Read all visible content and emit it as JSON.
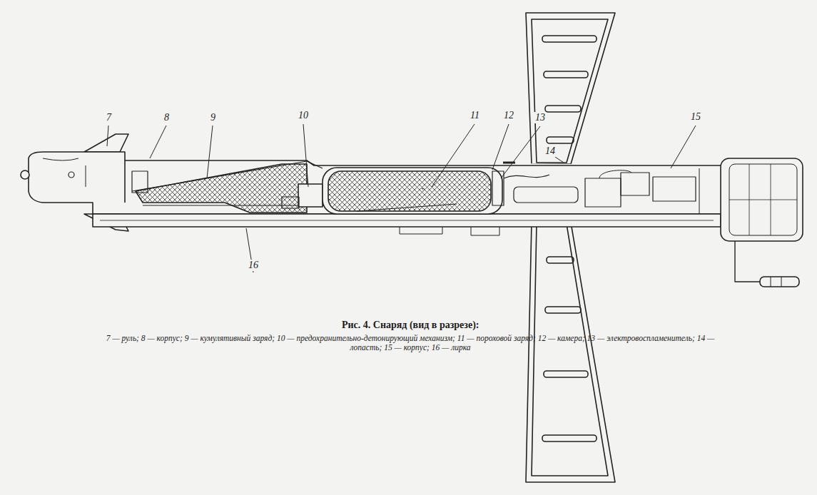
{
  "diagram": {
    "caption": "Рис. 4. Снаряд (вид в разрезе):",
    "labels": [
      "7",
      "8",
      "9",
      "10",
      "11",
      "12",
      "13",
      "14",
      "15",
      "16",
      "7 — руль; 8 — корпус; 9 — кумулятивный заряд; 10 — предохранительно-детонирующий механизм; 11 — пороховой заряд; 12 — камера; 13 — электровоспламенитель; 14 — лопасть; 15 — корпус; 16 — лирка"
    ]
  }
}
